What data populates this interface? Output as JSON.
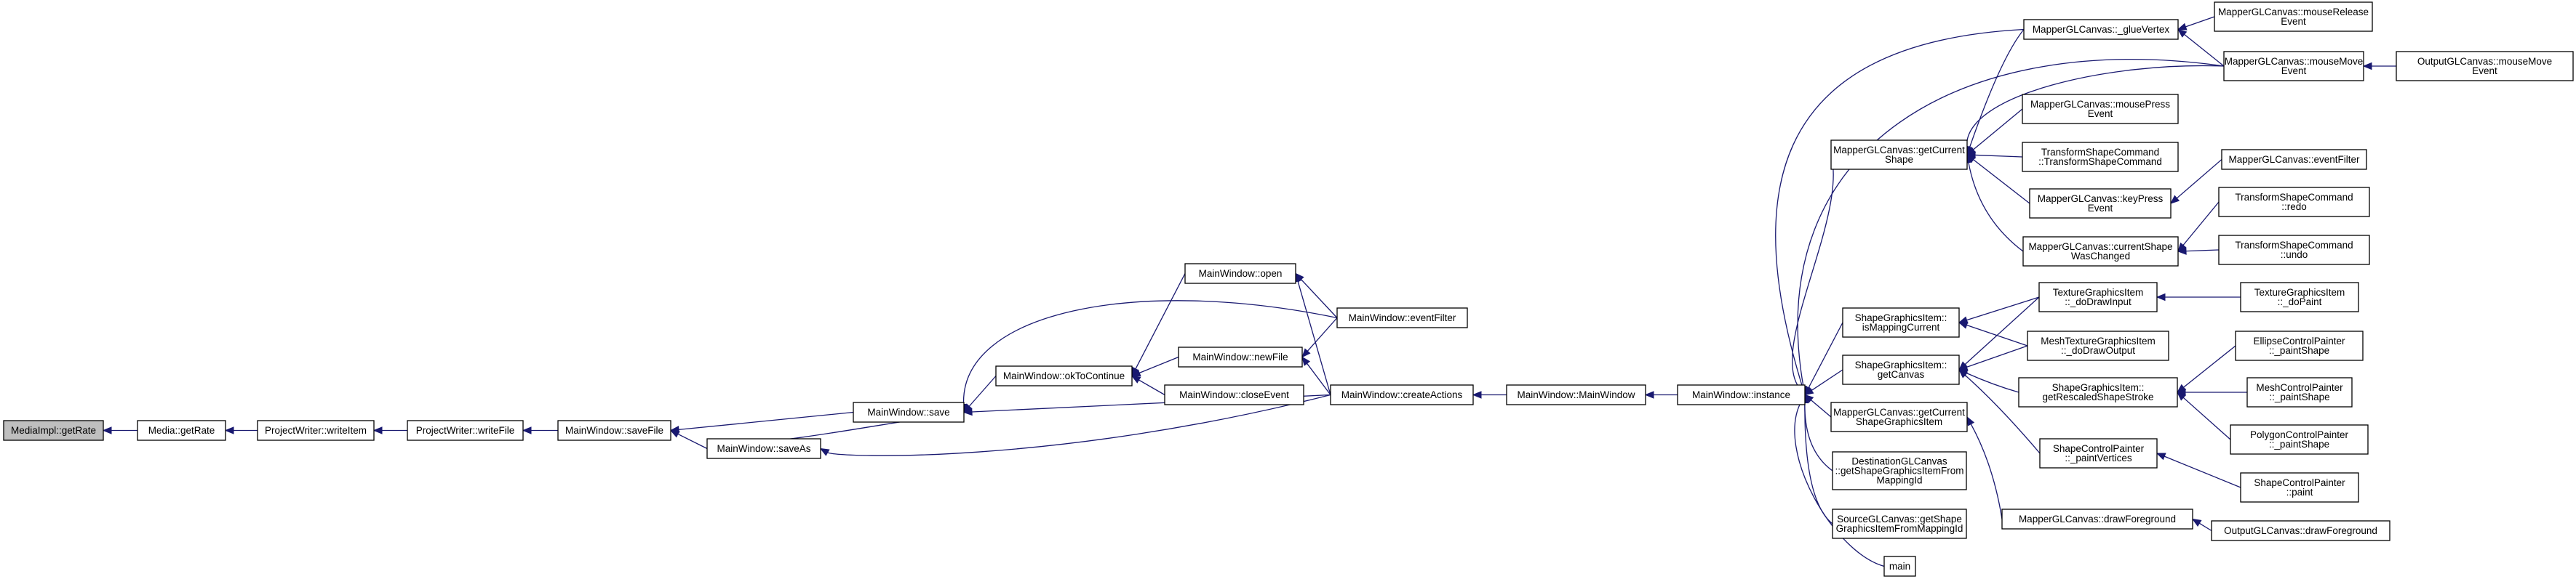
{
  "title": "",
  "colors": {
    "edge": "#191970",
    "node_border": "#000000",
    "node_fill": "#ffffff",
    "root_fill": "#bfbfbf"
  },
  "nodes": [
    {
      "id": "n_mediaimpl_getrate",
      "lines": [
        "MediaImpl::getRate"
      ],
      "root": true
    },
    {
      "id": "n_media_getrate",
      "lines": [
        "Media::getRate"
      ]
    },
    {
      "id": "n_projectwriter_writeitem",
      "lines": [
        "ProjectWriter::writeItem"
      ]
    },
    {
      "id": "n_projectwriter_writefile",
      "lines": [
        "ProjectWriter::writeFile"
      ]
    },
    {
      "id": "n_mainwindow_savefile",
      "lines": [
        "MainWindow::saveFile"
      ]
    },
    {
      "id": "n_mainwindow_save",
      "lines": [
        "MainWindow::save"
      ]
    },
    {
      "id": "n_mainwindow_saveas",
      "lines": [
        "MainWindow::saveAs"
      ]
    },
    {
      "id": "n_mainwindow_oktocontinue",
      "lines": [
        "MainWindow::okToContinue"
      ]
    },
    {
      "id": "n_mainwindow_open",
      "lines": [
        "MainWindow::open"
      ]
    },
    {
      "id": "n_mainwindow_newfile",
      "lines": [
        "MainWindow::newFile"
      ]
    },
    {
      "id": "n_mainwindow_closeevent",
      "lines": [
        "MainWindow::closeEvent"
      ]
    },
    {
      "id": "n_mainwindow_eventfilter",
      "lines": [
        "MainWindow::eventFilter"
      ]
    },
    {
      "id": "n_mainwindow_createactions",
      "lines": [
        "MainWindow::createActions"
      ]
    },
    {
      "id": "n_mainwindow_mainwindow",
      "lines": [
        "MainWindow::MainWindow"
      ]
    },
    {
      "id": "n_mainwindow_instance",
      "lines": [
        "MainWindow::instance"
      ]
    },
    {
      "id": "n_mapperglcanvas_getcurrentshape",
      "lines": [
        "MapperGLCanvas::getCurrent",
        "Shape"
      ]
    },
    {
      "id": "n_shapegraphicsitem_ismappingcurrent",
      "lines": [
        "ShapeGraphicsItem::",
        "isMappingCurrent"
      ]
    },
    {
      "id": "n_shapegraphicsitem_getcanvas",
      "lines": [
        "ShapeGraphicsItem::",
        "getCanvas"
      ]
    },
    {
      "id": "n_mapperglcanvas_getcurrentshapegraphicsitem",
      "lines": [
        "MapperGLCanvas::getCurrent",
        "ShapeGraphicsItem"
      ]
    },
    {
      "id": "n_destinationglcanvas_getshapegraphicsitemfrommappingid",
      "lines": [
        "DestinationGLCanvas",
        "::getShapeGraphicsItemFrom",
        "MappingId"
      ]
    },
    {
      "id": "n_sourceglcanvas_getshapegraphicsitemfrommappingid",
      "lines": [
        "SourceGLCanvas::getShape",
        "GraphicsItemFromMappingId"
      ]
    },
    {
      "id": "n_main",
      "lines": [
        "main"
      ]
    },
    {
      "id": "n_mapperglcanvas_gluevertex",
      "lines": [
        "MapperGLCanvas::_glueVertex"
      ]
    },
    {
      "id": "n_mapperglcanvas_mousepressevent",
      "lines": [
        "MapperGLCanvas::mousePress",
        "Event"
      ]
    },
    {
      "id": "n_transformshapecommand_ctor",
      "lines": [
        "TransformShapeCommand",
        "::TransformShapeCommand"
      ]
    },
    {
      "id": "n_mapperglcanvas_keypressevent",
      "lines": [
        "MapperGLCanvas::keyPress",
        "Event"
      ]
    },
    {
      "id": "n_mapperglcanvas_currentshapewaschanged",
      "lines": [
        "MapperGLCanvas::currentShape",
        "WasChanged"
      ]
    },
    {
      "id": "n_mapperglcanvas_mousereleaseevent",
      "lines": [
        "MapperGLCanvas::mouseRelease",
        "Event"
      ]
    },
    {
      "id": "n_mapperglcanvas_mousemoveevent",
      "lines": [
        "MapperGLCanvas::mouseMove",
        "Event"
      ]
    },
    {
      "id": "n_outputglcanvas_mousemoveevent",
      "lines": [
        "OutputGLCanvas::mouseMove",
        "Event"
      ]
    },
    {
      "id": "n_mapperglcanvas_eventfilter",
      "lines": [
        "MapperGLCanvas::eventFilter"
      ]
    },
    {
      "id": "n_transformshapecommand_redo",
      "lines": [
        "TransformShapeCommand",
        "::redo"
      ]
    },
    {
      "id": "n_transformshapecommand_undo",
      "lines": [
        "TransformShapeCommand",
        "::undo"
      ]
    },
    {
      "id": "n_texturegraphicsitem_dodrawinput",
      "lines": [
        "TextureGraphicsItem",
        "::_doDrawInput"
      ]
    },
    {
      "id": "n_meshtexturegraphicsitem_dodrawoutput",
      "lines": [
        "MeshTextureGraphicsItem",
        "::_doDrawOutput"
      ]
    },
    {
      "id": "n_shapegraphicsitem_getrescaledshapestroke",
      "lines": [
        "ShapeGraphicsItem::",
        "getRescaledShapeStroke"
      ]
    },
    {
      "id": "n_shapecontrolpainter_paintvertices",
      "lines": [
        "ShapeControlPainter",
        "::_paintVertices"
      ]
    },
    {
      "id": "n_mapperglcanvas_drawforeground",
      "lines": [
        "MapperGLCanvas::drawForeground"
      ]
    },
    {
      "id": "n_texturegraphicsitem_dopaint",
      "lines": [
        "TextureGraphicsItem",
        "::_doPaint"
      ]
    },
    {
      "id": "n_ellipsecontrolpainter_paintshape",
      "lines": [
        "EllipseControlPainter",
        "::_paintShape"
      ]
    },
    {
      "id": "n_meshcontrolpainter_paintshape",
      "lines": [
        "MeshControlPainter",
        "::_paintShape"
      ]
    },
    {
      "id": "n_polygoncontrolpainter_paintshape",
      "lines": [
        "PolygonControlPainter",
        "::_paintShape"
      ]
    },
    {
      "id": "n_shapecontrolpainter_paint",
      "lines": [
        "ShapeControlPainter",
        "::paint"
      ]
    },
    {
      "id": "n_outputglcanvas_drawforeground",
      "lines": [
        "OutputGLCanvas::drawForeground"
      ]
    }
  ],
  "edges": [
    {
      "from": "n_media_getrate",
      "to": "n_mediaimpl_getrate"
    },
    {
      "from": "n_projectwriter_writeitem",
      "to": "n_media_getrate"
    },
    {
      "from": "n_projectwriter_writefile",
      "to": "n_projectwriter_writeitem"
    },
    {
      "from": "n_mainwindow_savefile",
      "to": "n_projectwriter_writefile"
    },
    {
      "from": "n_mainwindow_save",
      "to": "n_mainwindow_savefile"
    },
    {
      "from": "n_mainwindow_saveas",
      "to": "n_mainwindow_savefile"
    },
    {
      "from": "n_mainwindow_saveas",
      "to": "n_mainwindow_save"
    },
    {
      "from": "n_mainwindow_oktocontinue",
      "to": "n_mainwindow_save"
    },
    {
      "from": "n_mainwindow_eventfilter",
      "to": "n_mainwindow_save"
    },
    {
      "from": "n_mainwindow_createactions",
      "to": "n_mainwindow_save"
    },
    {
      "from": "n_mainwindow_createactions",
      "to": "n_mainwindow_saveas"
    },
    {
      "from": "n_mainwindow_open",
      "to": "n_mainwindow_oktocontinue"
    },
    {
      "from": "n_mainwindow_newfile",
      "to": "n_mainwindow_oktocontinue"
    },
    {
      "from": "n_mainwindow_closeevent",
      "to": "n_mainwindow_oktocontinue"
    },
    {
      "from": "n_mainwindow_eventfilter",
      "to": "n_mainwindow_open"
    },
    {
      "from": "n_mainwindow_createactions",
      "to": "n_mainwindow_open"
    },
    {
      "from": "n_mainwindow_eventfilter",
      "to": "n_mainwindow_newfile"
    },
    {
      "from": "n_mainwindow_createactions",
      "to": "n_mainwindow_newfile"
    },
    {
      "from": "n_mainwindow_mainwindow",
      "to": "n_mainwindow_createactions"
    },
    {
      "from": "n_mainwindow_instance",
      "to": "n_mainwindow_mainwindow"
    },
    {
      "from": "n_mapperglcanvas_gluevertex",
      "to": "n_mainwindow_instance"
    },
    {
      "from": "n_mapperglcanvas_mousemoveevent",
      "to": "n_mainwindow_instance"
    },
    {
      "from": "n_mapperglcanvas_getcurrentshape",
      "to": "n_mainwindow_instance"
    },
    {
      "from": "n_shapegraphicsitem_ismappingcurrent",
      "to": "n_mainwindow_instance"
    },
    {
      "from": "n_shapegraphicsitem_getcanvas",
      "to": "n_mainwindow_instance"
    },
    {
      "from": "n_mapperglcanvas_getcurrentshapegraphicsitem",
      "to": "n_mainwindow_instance"
    },
    {
      "from": "n_destinationglcanvas_getshapegraphicsitemfrommappingid",
      "to": "n_mainwindow_instance"
    },
    {
      "from": "n_sourceglcanvas_getshapegraphicsitemfrommappingid",
      "to": "n_mainwindow_instance"
    },
    {
      "from": "n_main",
      "to": "n_mainwindow_instance"
    },
    {
      "from": "n_mapperglcanvas_gluevertex",
      "to": "n_mapperglcanvas_getcurrentshape"
    },
    {
      "from": "n_mapperglcanvas_mousemoveevent",
      "to": "n_mapperglcanvas_getcurrentshape"
    },
    {
      "from": "n_mapperglcanvas_mousepressevent",
      "to": "n_mapperglcanvas_getcurrentshape"
    },
    {
      "from": "n_transformshapecommand_ctor",
      "to": "n_mapperglcanvas_getcurrentshape"
    },
    {
      "from": "n_mapperglcanvas_keypressevent",
      "to": "n_mapperglcanvas_getcurrentshape"
    },
    {
      "from": "n_mapperglcanvas_currentshapewaschanged",
      "to": "n_mapperglcanvas_getcurrentshape"
    },
    {
      "from": "n_mapperglcanvas_mousereleaseevent",
      "to": "n_mapperglcanvas_gluevertex"
    },
    {
      "from": "n_mapperglcanvas_mousemoveevent",
      "to": "n_mapperglcanvas_gluevertex"
    },
    {
      "from": "n_outputglcanvas_mousemoveevent",
      "to": "n_mapperglcanvas_mousemoveevent"
    },
    {
      "from": "n_mapperglcanvas_eventfilter",
      "to": "n_mapperglcanvas_keypressevent"
    },
    {
      "from": "n_transformshapecommand_redo",
      "to": "n_mapperglcanvas_currentshapewaschanged"
    },
    {
      "from": "n_transformshapecommand_undo",
      "to": "n_mapperglcanvas_currentshapewaschanged"
    },
    {
      "from": "n_texturegraphicsitem_dodrawinput",
      "to": "n_shapegraphicsitem_ismappingcurrent"
    },
    {
      "from": "n_meshtexturegraphicsitem_dodrawoutput",
      "to": "n_shapegraphicsitem_ismappingcurrent"
    },
    {
      "from": "n_texturegraphicsitem_dodrawinput",
      "to": "n_shapegraphicsitem_getcanvas"
    },
    {
      "from": "n_meshtexturegraphicsitem_dodrawoutput",
      "to": "n_shapegraphicsitem_getcanvas"
    },
    {
      "from": "n_shapegraphicsitem_getrescaledshapestroke",
      "to": "n_shapegraphicsitem_getcanvas"
    },
    {
      "from": "n_shapecontrolpainter_paintvertices",
      "to": "n_shapegraphicsitem_getcanvas"
    },
    {
      "from": "n_mapperglcanvas_drawforeground",
      "to": "n_mapperglcanvas_getcurrentshapegraphicsitem"
    },
    {
      "from": "n_texturegraphicsitem_dopaint",
      "to": "n_texturegraphicsitem_dodrawinput"
    },
    {
      "from": "n_ellipsecontrolpainter_paintshape",
      "to": "n_shapegraphicsitem_getrescaledshapestroke"
    },
    {
      "from": "n_meshcontrolpainter_paintshape",
      "to": "n_shapegraphicsitem_getrescaledshapestroke"
    },
    {
      "from": "n_polygoncontrolpainter_paintshape",
      "to": "n_shapegraphicsitem_getrescaledshapestroke"
    },
    {
      "from": "n_shapecontrolpainter_paint",
      "to": "n_shapecontrolpainter_paintvertices"
    },
    {
      "from": "n_outputglcanvas_drawforeground",
      "to": "n_mapperglcanvas_drawforeground"
    }
  ]
}
